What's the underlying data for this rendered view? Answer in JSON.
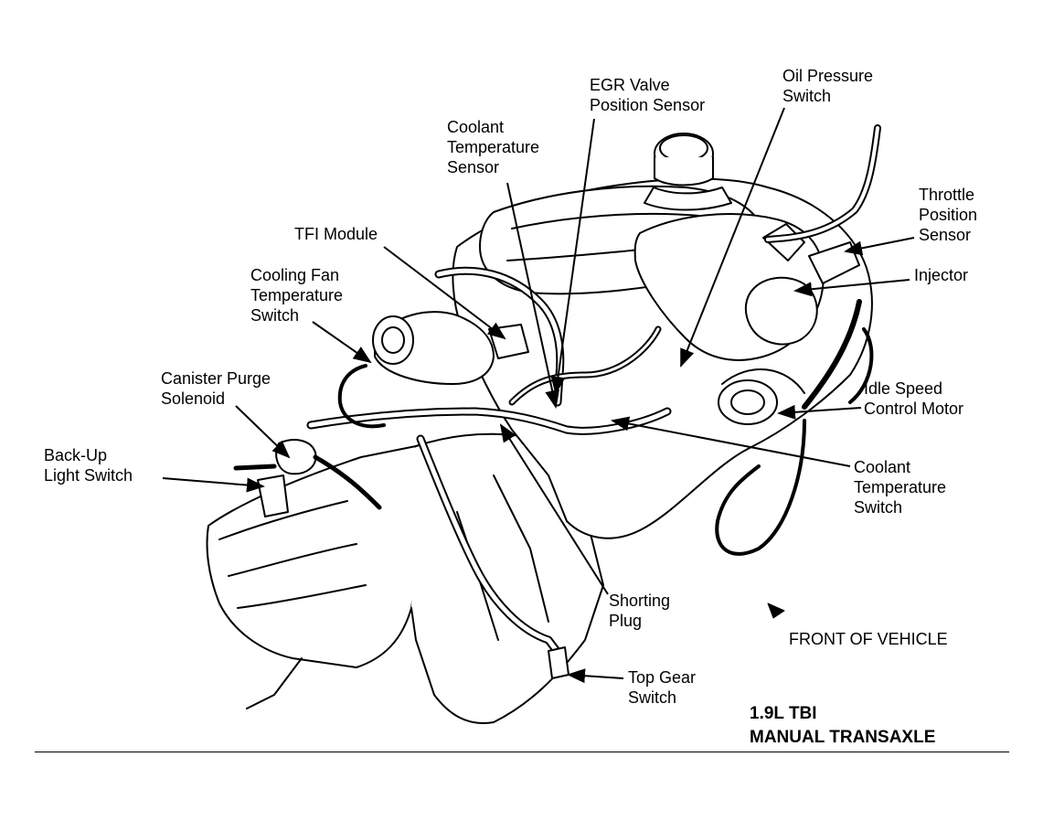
{
  "labels": {
    "egr_valve_position_sensor": "EGR Valve\nPosition Sensor",
    "oil_pressure_switch": "Oil Pressure\nSwitch",
    "coolant_temperature_sensor": "Coolant\nTemperature\nSensor",
    "throttle_position_sensor": "Throttle\nPosition\nSensor",
    "tfi_module": "TFI Module",
    "injector": "Injector",
    "cooling_fan_temperature_switch": "Cooling Fan\nTemperature\nSwitch",
    "canister_purge_solenoid": "Canister Purge\nSolenoid",
    "idle_speed_control_motor": "Idle Speed\nControl Motor",
    "back_up_light_switch": "Back-Up\nLight Switch",
    "coolant_temperature_switch": "Coolant\nTemperature\nSwitch",
    "shorting_plug": "Shorting\nPlug",
    "front_of_vehicle": "FRONT OF VEHICLE",
    "top_gear_switch": "Top Gear\nSwitch"
  },
  "title": {
    "engine": "1.9L TBI",
    "transmission": "MANUAL TRANSAXLE"
  }
}
